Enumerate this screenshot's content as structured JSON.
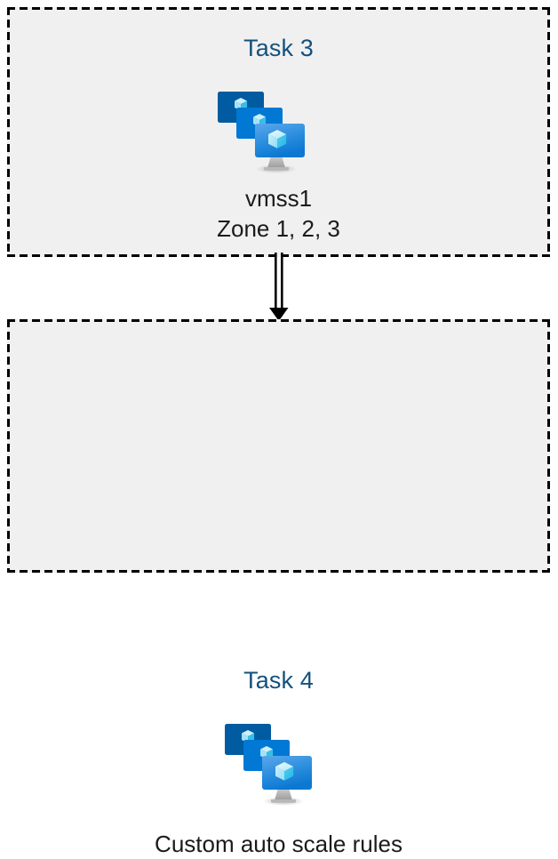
{
  "diagram": {
    "type": "flow",
    "background_color": "#ffffff",
    "box_fill_color": "#f0f0f0",
    "box_border_color": "#000000",
    "box_border_style": "dashed",
    "title_color": "#13517e",
    "caption_color": "#1b1b1b",
    "connector": {
      "name": "double-line-arrow",
      "direction": "down",
      "from": "Task 3",
      "to": "Task 4",
      "color": "#000000"
    },
    "nodes": [
      {
        "id": "task-3",
        "title": "Task 3",
        "icon": "azure-vm-scale-set-icon",
        "caption_lines": [
          "vmss1",
          "Zone 1, 2, 3"
        ]
      },
      {
        "id": "task-4",
        "title": "Task 4",
        "icon": "azure-vm-scale-set-icon",
        "caption_lines": [
          "Custom auto scale rules"
        ]
      }
    ]
  },
  "icon_palette": {
    "back_screen": "#005ba1",
    "mid_screen": "#0078d4",
    "front_screen_top": "#50a0e8",
    "front_screen_bottom": "#0f7ad4",
    "cube_light": "#d6f3fb",
    "cube_mid": "#9fe3f7",
    "cube_dark": "#32c2ea",
    "stand": "#b3b3b3"
  }
}
